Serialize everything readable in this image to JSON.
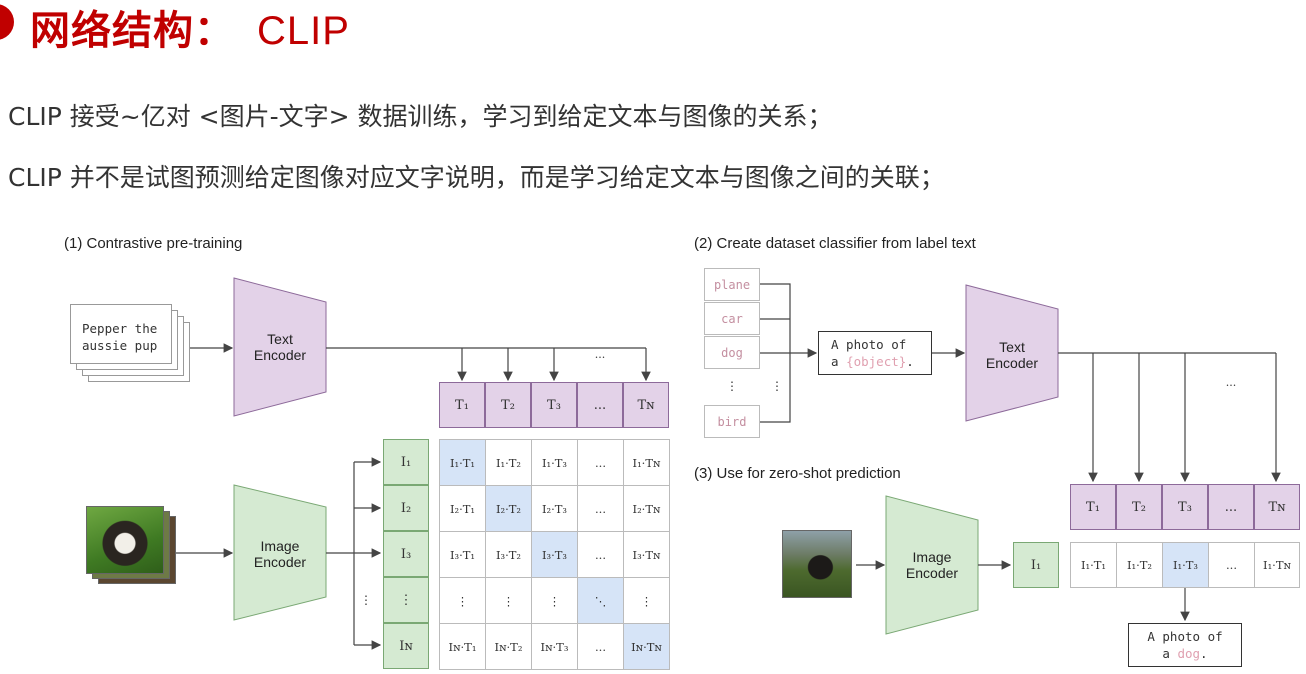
{
  "header": {
    "title_cn": "网络结构：",
    "title_en": "CLIP"
  },
  "bullets": [
    "CLIP 接受~亿对 <图片-文字> 数据训练，学习到给定文本与图像的关系；",
    "CLIP 并不是试图预测给定图像对应文字说明，而是学习给定文本与图像之间的关联；"
  ],
  "panel1": {
    "label": "(1) Contrastive pre-training",
    "input_text": "Pepper the\naussie pup",
    "text_encoder": "Text\nEncoder",
    "image_encoder": "Image\nEncoder",
    "text_tokens": [
      "T₁",
      "T₂",
      "T₃",
      "...",
      "Tɴ"
    ],
    "image_tokens": [
      "I₁",
      "I₂",
      "I₃",
      "⋮",
      "Iɴ"
    ],
    "matrix": [
      [
        "I₁·T₁",
        "I₁·T₂",
        "I₁·T₃",
        "...",
        "I₁·Tɴ"
      ],
      [
        "I₂·T₁",
        "I₂·T₂",
        "I₂·T₃",
        "...",
        "I₂·Tɴ"
      ],
      [
        "I₃·T₁",
        "I₃·T₂",
        "I₃·T₃",
        "...",
        "I₃·Tɴ"
      ],
      [
        "⋮",
        "⋮",
        "⋮",
        "⋱",
        "⋮"
      ],
      [
        "Iɴ·T₁",
        "Iɴ·T₂",
        "Iɴ·T₃",
        "...",
        "Iɴ·Tɴ"
      ]
    ],
    "col_ellipsis": "...",
    "row_ellipsis": "⋮"
  },
  "panel2": {
    "label": "(2) Create dataset classifier from label text",
    "labels": [
      "plane",
      "car",
      "dog",
      "⋮",
      "bird"
    ],
    "label_ellipsis": "⋮",
    "template_prefix": "A photo of",
    "template_a": "a",
    "template_object": "{object}",
    "template_dot": ".",
    "text_encoder": "Text\nEncoder",
    "col_ellipsis": "..."
  },
  "panel3": {
    "label": "(3) Use for zero-shot prediction",
    "image_encoder": "Image\nEncoder",
    "image_token": "I₁",
    "text_tokens": [
      "T₁",
      "T₂",
      "T₃",
      "...",
      "Tɴ"
    ],
    "scores": [
      "I₁·T₁",
      "I₁·T₂",
      "I₁·T₃",
      "...",
      "I₁·Tɴ"
    ],
    "result_prefix": "A photo of",
    "result_a": "a",
    "result_word": "dog",
    "result_dot": "."
  },
  "colors": {
    "title": "#c00000",
    "text_token": "#e3d2e8",
    "image_token": "#d5ead2",
    "highlight": "#d6e4f7",
    "object_text": "#e0a0b0"
  }
}
